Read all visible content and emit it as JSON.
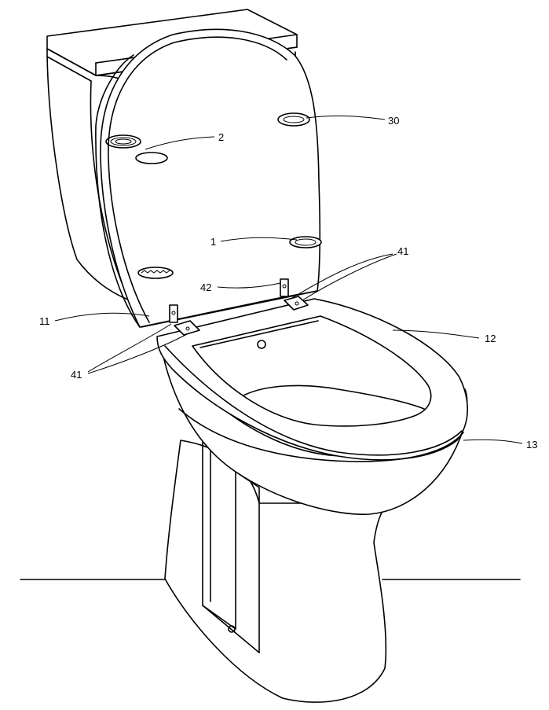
{
  "labels": {
    "l2": "2",
    "l30": "30",
    "l1": "1",
    "l41_top": "41",
    "l42": "42",
    "l11": "11",
    "l12": "12",
    "l41_bottom": "41",
    "l13": "13"
  },
  "colors": {
    "line": "#000000",
    "background": "#ffffff"
  }
}
